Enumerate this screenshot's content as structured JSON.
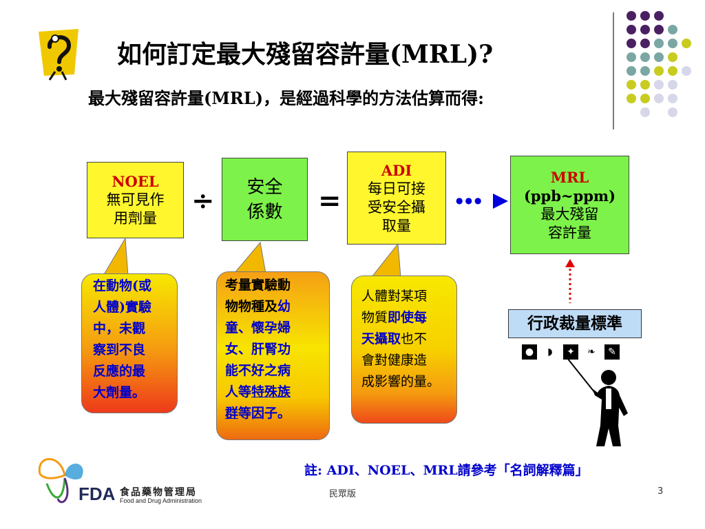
{
  "title": "如何訂定最大殘留容許量(MRL)?",
  "subtitle": "最大殘留容許量(MRL)，是經過科學的方法估算而得:",
  "formula": {
    "noel": {
      "title": "NOEL",
      "line1": "無可見作",
      "line2": "用劑量"
    },
    "divide_op": "÷",
    "safety": {
      "line1": "安全",
      "line2": "係數"
    },
    "equals_op": "=",
    "adi": {
      "title": "ADI",
      "line1": "每日可接",
      "line2": "受安全攝",
      "line3": "取量"
    },
    "arrow_dots": "●●●",
    "mrl": {
      "title": "MRL",
      "unit": "(ppb~ppm)",
      "line1": "最大殘留",
      "line2": "容許量"
    }
  },
  "bubbles": {
    "noel": {
      "l1": "在動物(或",
      "l2": "人體)實驗",
      "l3": "中，未觀",
      "l4": "察到不良",
      "l5": "反應的最",
      "l6": "大劑量。"
    },
    "safety": {
      "l1": "考量實驗動",
      "l2a": "物物種及",
      "l2b": "幼",
      "l3": "童、懷孕婦",
      "l4": "女、肝腎功",
      "l5": "能不好之病",
      "l6a": "人等",
      "l6b": "特殊族",
      "l7a": "群",
      "l7b": "等因子。"
    },
    "adi": {
      "l1": "人體對某項",
      "l2a": "物質",
      "l2b": "即使每",
      "l3a": "天攝取",
      "l3b": "也不",
      "l4": "會對健康造",
      "l5": "成影響的量。"
    }
  },
  "admin_label": "行政裁量標準",
  "note": "註: ADI、NOEL、MRL請參考「名詞解釋篇」",
  "logo": {
    "fda": "FDA",
    "cn": "食品藥物管理局",
    "en": "Food and Drug Administration"
  },
  "footer_center": "民眾版",
  "page_number": "3",
  "colors": {
    "purple": "#4b2063",
    "teal": "#7aa7a4",
    "lime": "#c8cc1f",
    "lavender": "#d7d7ea",
    "green_box": "#7df24a",
    "yellow_box": "#fff62e"
  },
  "icons": [
    "question-mascot-icon",
    "apple-icon",
    "leaf-icon",
    "carrot-icon",
    "fish-icon",
    "feather-icon",
    "presenter-figure-icon"
  ]
}
